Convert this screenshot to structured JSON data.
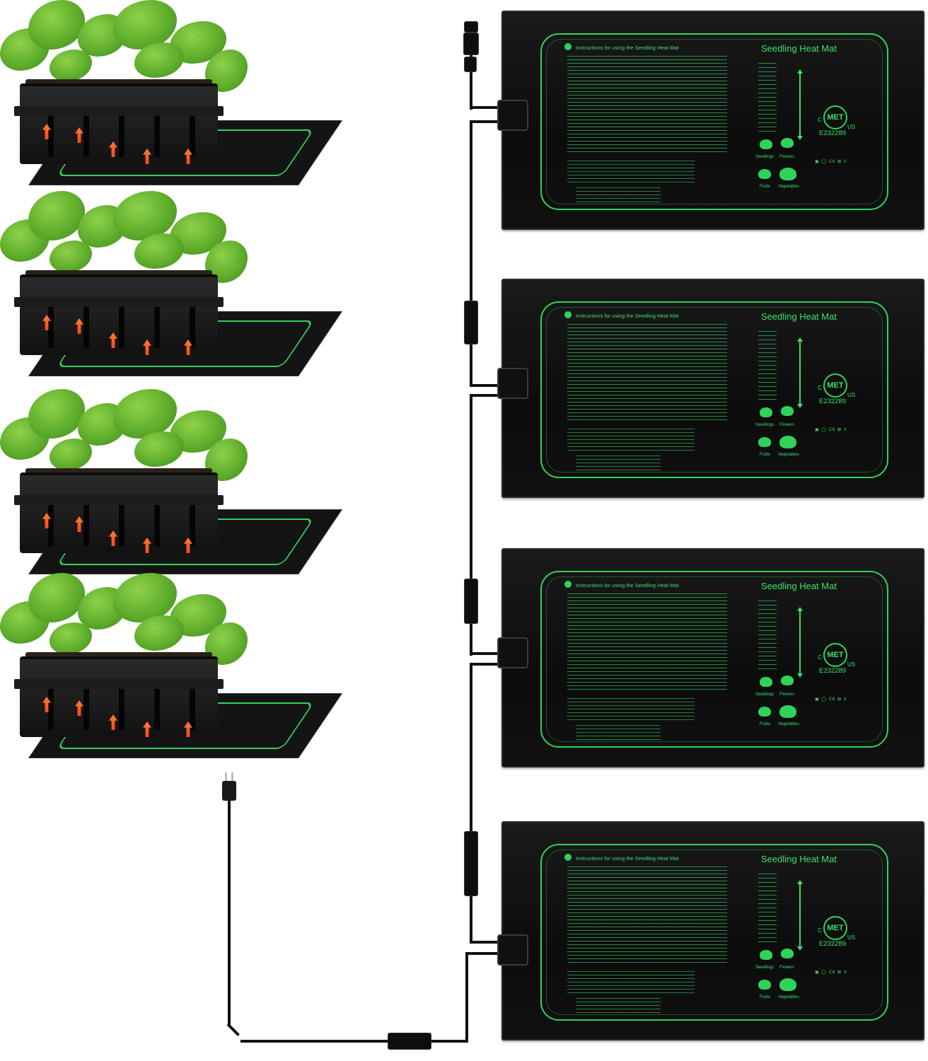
{
  "mat": {
    "title": "Seedling Heat Mat",
    "instructions_title": "Instructions for using the Seedling Heat Mat",
    "cert_number": "E232289",
    "seal_text": "MET",
    "seal_left": "C",
    "seal_right": "US",
    "labels": [
      "Seedlings",
      "Flowers",
      "Fruits",
      "Vegetables"
    ]
  },
  "colors": {
    "print_green": "#38e06a",
    "mat_black": "#111111",
    "heat_arrow": "#ff5a1f",
    "leaf_green": "#5fae2c"
  },
  "icons": [
    "plug-icon",
    "connector-icon",
    "heat-arrow-icon",
    "met-seal-icon",
    "leaf-icon"
  ]
}
